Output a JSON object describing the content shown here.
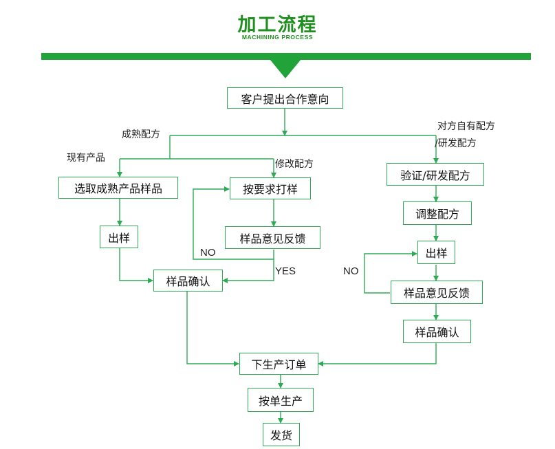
{
  "title": {
    "zh": "加工流程",
    "en": "MACHINING PROCESS"
  },
  "nodes": {
    "request": "客户提出合作意向",
    "select_product": "选取成熟产品样品",
    "per_request": "按要求打样",
    "sample_left": "出样",
    "feedback_mid": "样品意见反馈",
    "confirm_left": "样品确认",
    "verify_formula": "验证/研发配方",
    "adjust_formula": "调整配方",
    "sample_right": "出样",
    "feedback_right": "样品意见反馈",
    "confirm_right": "样品确认",
    "place_order": "下生产订单",
    "produce": "按单生产",
    "ship": "发货"
  },
  "labels": {
    "mature_formula": "成熟配方",
    "existing_product": "现有产品",
    "modify_formula": "修改配方",
    "right_top_line1": "对方自有配方",
    "right_top_line2": "/研发配方",
    "no_mid": "NO",
    "yes_mid": "YES",
    "no_right": "NO"
  },
  "colors": {
    "brand_green": "#22a33a",
    "box_border": "#2eaa55",
    "title_green": "#1f8f1f"
  }
}
